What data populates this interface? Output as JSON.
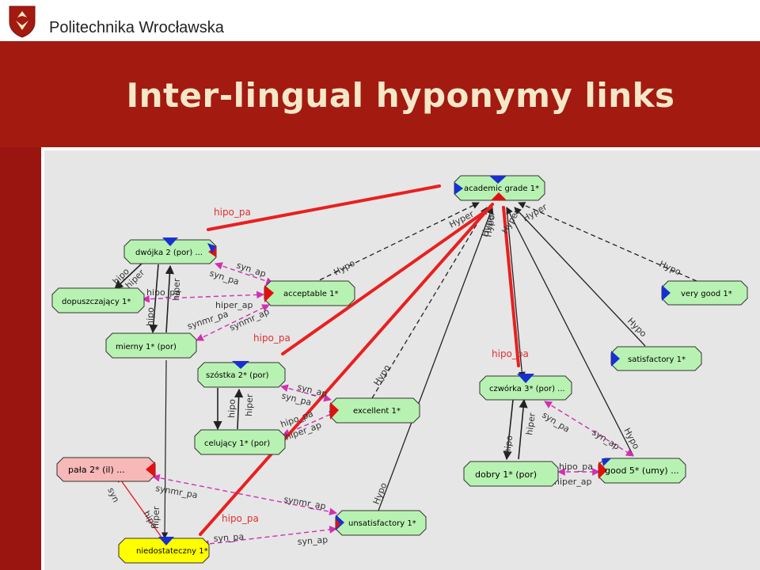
{
  "header": {
    "org_name": "Politechnika Wrocławska",
    "slide_title": "Inter-lingual hyponymy links"
  },
  "colors": {
    "brand_red": "#a31a11",
    "title_text": "#f4e8c8",
    "node_green": "#b8f2b2",
    "node_pink": "#f7b8b8",
    "node_yellow": "#ffff00",
    "handle_blue": "#1a2fd0",
    "handle_red": "#e01010",
    "link_red": "#e82020",
    "link_magenta": "#d030b0"
  },
  "nodes": {
    "academic_grade": "academic grade 1*",
    "dwojka": "dwójka 2 (por) ...",
    "dopuszczajacy": "dopuszczający 1*",
    "acceptable": "acceptable 1*",
    "very_good": "very good 1*",
    "mierny": "mierny 1* (por)",
    "satisfactory": "satisfactory 1*",
    "szostka": "szóstka 2* (por)",
    "czworka": "czwórka 3* (por) ...",
    "excellent": "excellent 1*",
    "celujacy": "celujący 1* (por)",
    "pala": "pała 2* (il) ...",
    "dobry": "dobry 1* (por)",
    "good": "good 5* (umy) ...",
    "unsatisfactory": "unsatisfactory 1*",
    "niedostateczny": "niedostateczny 1*"
  },
  "edge_labels": {
    "hipo_pa_1": "hipo_pa",
    "hipo_pa_2": "hipo_pa",
    "hipo_pa_3": "hipo_pa",
    "hipo_pa_4": "hipo_pa",
    "hyper_1": "Hyper",
    "hyper_2": "Hyper",
    "hyper_3": "Hyper",
    "hyper_4": "Hyper",
    "hypo_1": "Hypo",
    "hypo_2": "Hypo",
    "hypo_3": "Hypo",
    "hypo_4": "Hypo",
    "hypo_5": "Hypo",
    "hypo_6": "Hypo",
    "hypo_7": "Hypo",
    "syn_ap_1": "syn_ap",
    "syn_pa_1": "syn_pa",
    "hipo_1": "hipo",
    "hiper_1": "hiper",
    "hipo_pa_5": "hipo_pa",
    "hiper_ap_1": "hiper_ap",
    "hiper_2": "hiper",
    "hipo_2": "hipo",
    "synmr_pa_1": "synmr_pa",
    "synmr_ap_1": "synmr_ap",
    "syn_ap_2": "syn_ap",
    "syn_pa_2": "syn_pa",
    "hipo_3": "hipo",
    "hiper_3": "hiper",
    "hipo_pa_6": "hipo_pa",
    "hiper_ap_2": "hiper_ap",
    "syn_pa_3": "syn_pa",
    "syn_ap_3": "syn_ap",
    "hiper_4": "hiper",
    "hipo_4": "hipo",
    "hipo_pa_7": "hipo_pa",
    "hiper_ap_3": "hiper_ap",
    "synmr_pa_2": "synmr_pa",
    "synmr_ap_2": "synmr_ap",
    "syn_pa_4": "syn_pa",
    "syn_ap_4": "syn_ap",
    "syn_1": "syn",
    "hipo_5": "hipo",
    "hiper_5": "hiper"
  }
}
